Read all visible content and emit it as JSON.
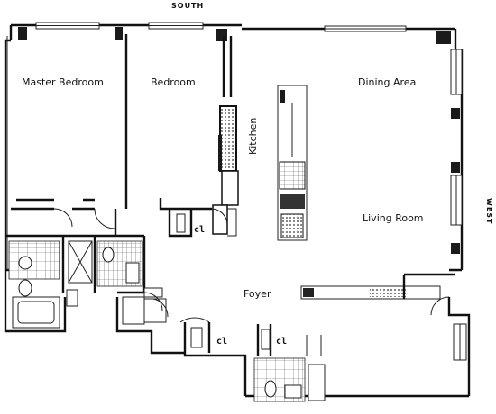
{
  "plan": {
    "compass": {
      "south": "SOUTH",
      "west": "WEST"
    },
    "rooms": {
      "master_bedroom": "Master Bedroom",
      "bedroom": "Bedroom",
      "kitchen": "Kitchen",
      "dining_area": "Dining Area",
      "living_room": "Living Room",
      "foyer": "Foyer"
    },
    "closets": [
      "cl",
      "cl",
      "cl"
    ]
  }
}
